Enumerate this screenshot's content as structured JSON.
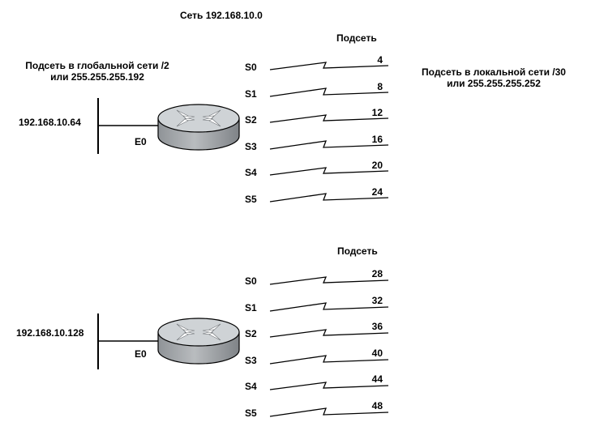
{
  "network_title": "Сеть 192.168.10.0",
  "left_note": {
    "line1": "Подсеть в глобальной сети /2",
    "line2": "или 255.255.255.192"
  },
  "right_note": {
    "line1": "Подсеть в локальной сети /30",
    "line2": "или 255.255.255.252"
  },
  "routers": [
    {
      "lan_address": "192.168.10.64",
      "ethernet_label": "E0",
      "subnet_header": "Подсеть",
      "serial_links": [
        {
          "port": "S0",
          "subnet": "4"
        },
        {
          "port": "S1",
          "subnet": "8"
        },
        {
          "port": "S2",
          "subnet": "12"
        },
        {
          "port": "S3",
          "subnet": "16"
        },
        {
          "port": "S4",
          "subnet": "20"
        },
        {
          "port": "S5",
          "subnet": "24"
        }
      ]
    },
    {
      "lan_address": "192.168.10.128",
      "ethernet_label": "E0",
      "subnet_header": "Подсеть",
      "serial_links": [
        {
          "port": "S0",
          "subnet": "28"
        },
        {
          "port": "S1",
          "subnet": "32"
        },
        {
          "port": "S2",
          "subnet": "36"
        },
        {
          "port": "S3",
          "subnet": "40"
        },
        {
          "port": "S4",
          "subnet": "44"
        },
        {
          "port": "S5",
          "subnet": "48"
        }
      ]
    }
  ],
  "colors": {
    "router_top": "#cfd3d6",
    "router_body": "#9ea2a6",
    "router_outline": "#000000",
    "router_arrows": "#ffffff",
    "lines": "#000000"
  }
}
